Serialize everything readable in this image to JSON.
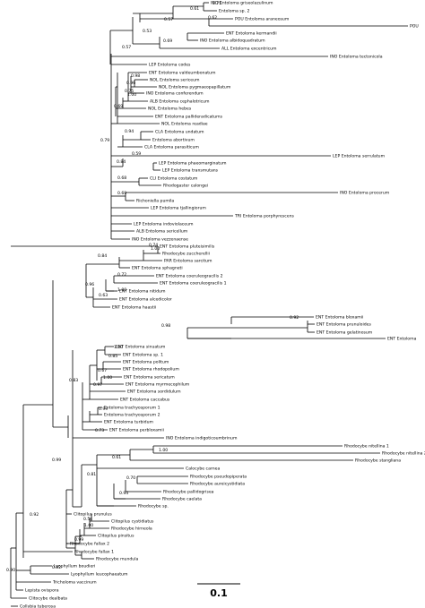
{
  "tree": {
    "scale_bar_label": "0.1",
    "scale_bar_value": 0.1,
    "taxa": [
      "INO Entoloma griseolazulinum",
      "Entoloma sp. 2",
      "POU Entoloma araneosum",
      "POU",
      "ENT Entoloma kermandii",
      "INO Entoloma albidoquadratum",
      "ALL Entoloma excentricum",
      "INO Entoloma tectonicola",
      "LEP Entoloma codes",
      "ENT Entoloma valdeumbonatum",
      "NOL Entoloma sericeum",
      "NOL Entoloma pygmaeopapillatum",
      "INO Entoloma conferendum",
      "ALB Entoloma cephalotricum",
      "NOL Entoloma hebes",
      "ENT Entoloma pallideradicatums",
      "NOL Entoloma readiae",
      "CLA Entoloma undatum",
      "Entoloma abortivum",
      "CLA Entoloma parasiticum",
      "LEP Entoloma serrulatum",
      "LEP Entoloma phaeomarginatum",
      "LEP Entoloma transmutans",
      "CLI Entoloma costatum",
      "Rhodogaster calongei",
      "INO Entoloma procerum",
      "Richoniella pumila",
      "LEP Entoloma tjallingiorum",
      "TRI Entoloma porphyrescens",
      "LEP Entoloma indoviolaceum",
      "ALB Entoloma sericellum",
      "INO Entoloma vezzenaense",
      "ENT Entoloma pluteisimilis",
      "Rhodocybe zuccherellii",
      "PAR Entoloma sarcitum",
      "ENT Entoloma sphagneti",
      "ENT Entoloma coeruleogracilis 2",
      "ENT Entoloma coeruleogracilis 1",
      "ENT Entoloma nitidum",
      "ENT Entoloma alcedicolor",
      "ENT Entoloma haastii",
      "ENT Entoloma bloxamii",
      "ENT Entoloma prunuloides",
      "ENT Entoloma gelatinosum",
      "ENT Entoloma",
      "ENT Entoloma sinuatum",
      "ENT Entoloma sp. 1",
      "ENT Entoloma politum",
      "ENT Entoloma rhodopolium",
      "ENT Entoloma sericatum",
      "ENT Entoloma myrmecophilum",
      "ENT Entoloma sordidulum",
      "ENT Entoloma caccabus",
      "Entoloma trachyosporum 1",
      "Entoloma trachyosporum 2",
      "ENT Entoloma turbidum",
      "ENT Entoloma perbloxamii",
      "INO Entoloma indigoticoumbrinum",
      "Rhodocybe nitellina 1",
      "Rhodocybe nitellina 2",
      "Rhodocybe stangliana",
      "Calocybe carnea",
      "Rhodocybe pseudopiperata",
      "Rhodocybe aureicystidiata",
      "Rhodocybe pallidogrisea",
      "Rhodocybe caelata",
      "Rhodocybe sp.",
      "Clitopilus prunulus",
      "Clitopilus cystidiatus",
      "Rhodocybe hirneola",
      "Clitopilus pinsitus",
      "Rhodocybe fallax 2",
      "Rhodocybe fallax 1",
      "Rhodocybe mundula",
      "Lyophyllum boudieri",
      "Lyophyllum leucophaeatum",
      "Tricholoma vaccinum",
      "Lepista ovispora",
      "Clitocybe dealbata",
      "Collybia tuberosa"
    ],
    "supports": [
      "0.75",
      "0.61",
      "0.57",
      "0.62",
      "0.53",
      "0.69",
      "0.57",
      "0.98",
      "0.96",
      "0.75",
      "1.00",
      "0.69",
      "0.94",
      "0.59",
      "0.79",
      "0.84",
      "0.68",
      "0.69",
      "0.74",
      "1.00",
      "0.84",
      "0.72",
      "1.00",
      "0.63",
      "0.96",
      "0.92",
      "0.98",
      "1.00",
      "0.85",
      "0.67",
      "1.00",
      "0.97",
      "0.99",
      "0.73",
      "0.83",
      "1.00",
      "0.61",
      "0.70",
      "0.94",
      "0.81",
      "0.99",
      "0.54",
      "1.00",
      "0.99",
      "0.92",
      "0.92",
      "0.90"
    ]
  }
}
